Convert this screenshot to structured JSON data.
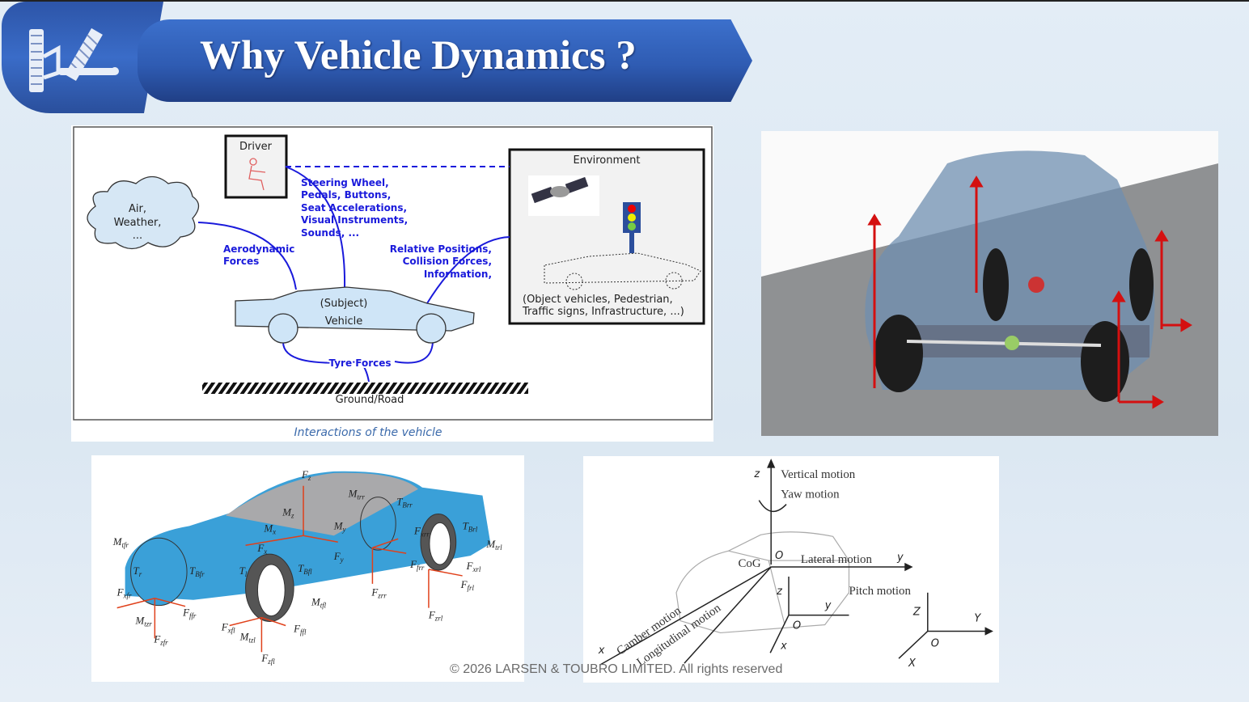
{
  "header": {
    "title": "Why Vehicle Dynamics ?",
    "logo_icon": "suspension-icon"
  },
  "interactions": {
    "driver": "Driver",
    "environment": "Environment",
    "cloud": [
      "Air,",
      "Weather,",
      "..."
    ],
    "driver_inputs": [
      "Steering Wheel,",
      "Pedals, Buttons,",
      "Seat Accelerations,",
      "Visual Instruments,",
      "Sounds, ..."
    ],
    "aero": [
      "Aerodynamic",
      "Forces"
    ],
    "relative": [
      "Relative Positions,",
      "Collision Forces,",
      "Information,"
    ],
    "vehicle_sub": "(Subject)",
    "vehicle": "Vehicle",
    "tyre": "Tyre Forces",
    "ground": "Ground/Road",
    "env_desc": [
      "(Object vehicles, Pedestrian,",
      "Traffic signs, Infrastructure, ...)"
    ],
    "caption": "Interactions of the vehicle",
    "line_color": "#1a1adb"
  },
  "forces": [
    {
      "m": "F",
      "s": "z"
    },
    {
      "m": "M",
      "s": "trr"
    },
    {
      "m": "T",
      "s": "Brr"
    },
    {
      "m": "M",
      "s": "z"
    },
    {
      "m": "M",
      "s": "x"
    },
    {
      "m": "M",
      "s": "y"
    },
    {
      "m": "F",
      "s": "xrr"
    },
    {
      "m": "T",
      "s": "Brl"
    },
    {
      "m": "M",
      "s": "tfr"
    },
    {
      "m": "F",
      "s": "x"
    },
    {
      "m": "F",
      "s": "y"
    },
    {
      "m": "M",
      "s": "trl"
    },
    {
      "m": "T",
      "s": "r"
    },
    {
      "m": "T",
      "s": "Bfr"
    },
    {
      "m": "T",
      "s": "l"
    },
    {
      "m": "T",
      "s": "Bfl"
    },
    {
      "m": "F",
      "s": "xrl"
    },
    {
      "m": "F",
      "s": "frr"
    },
    {
      "m": "F",
      "s": "frl"
    },
    {
      "m": "M",
      "s": "tfl"
    },
    {
      "m": "F",
      "s": "xfr"
    },
    {
      "m": "F",
      "s": "zrr"
    },
    {
      "m": "F",
      "s": "ffr"
    },
    {
      "m": "M",
      "s": "tzr"
    },
    {
      "m": "F",
      "s": "zrl"
    },
    {
      "m": "F",
      "s": "xfl"
    },
    {
      "m": "F",
      "s": "ffl"
    },
    {
      "m": "M",
      "s": "tzl"
    },
    {
      "m": "F",
      "s": "zfr"
    },
    {
      "m": "F",
      "s": "zfl"
    }
  ],
  "motion": {
    "vertical": "Vertical motion",
    "yaw": "Yaw motion",
    "cog": "CoG",
    "lateral": "Lateral motion",
    "pitch": "Pitch motion",
    "camber": "Camber motion",
    "longitudinal": "Longitudinal motion",
    "axes": {
      "zv": "z",
      "yv": "y",
      "xv": "x",
      "ov": "O",
      "ze": "Z",
      "ye": "Y",
      "xe": "X",
      "oe": "O",
      "ywi": "y",
      "xwi": "x",
      "owi": "O",
      "zwi": "z"
    }
  },
  "footer": {
    "copyright": "© 2026 LARSEN & TOUBRO LIMITED. All rights reserved"
  }
}
